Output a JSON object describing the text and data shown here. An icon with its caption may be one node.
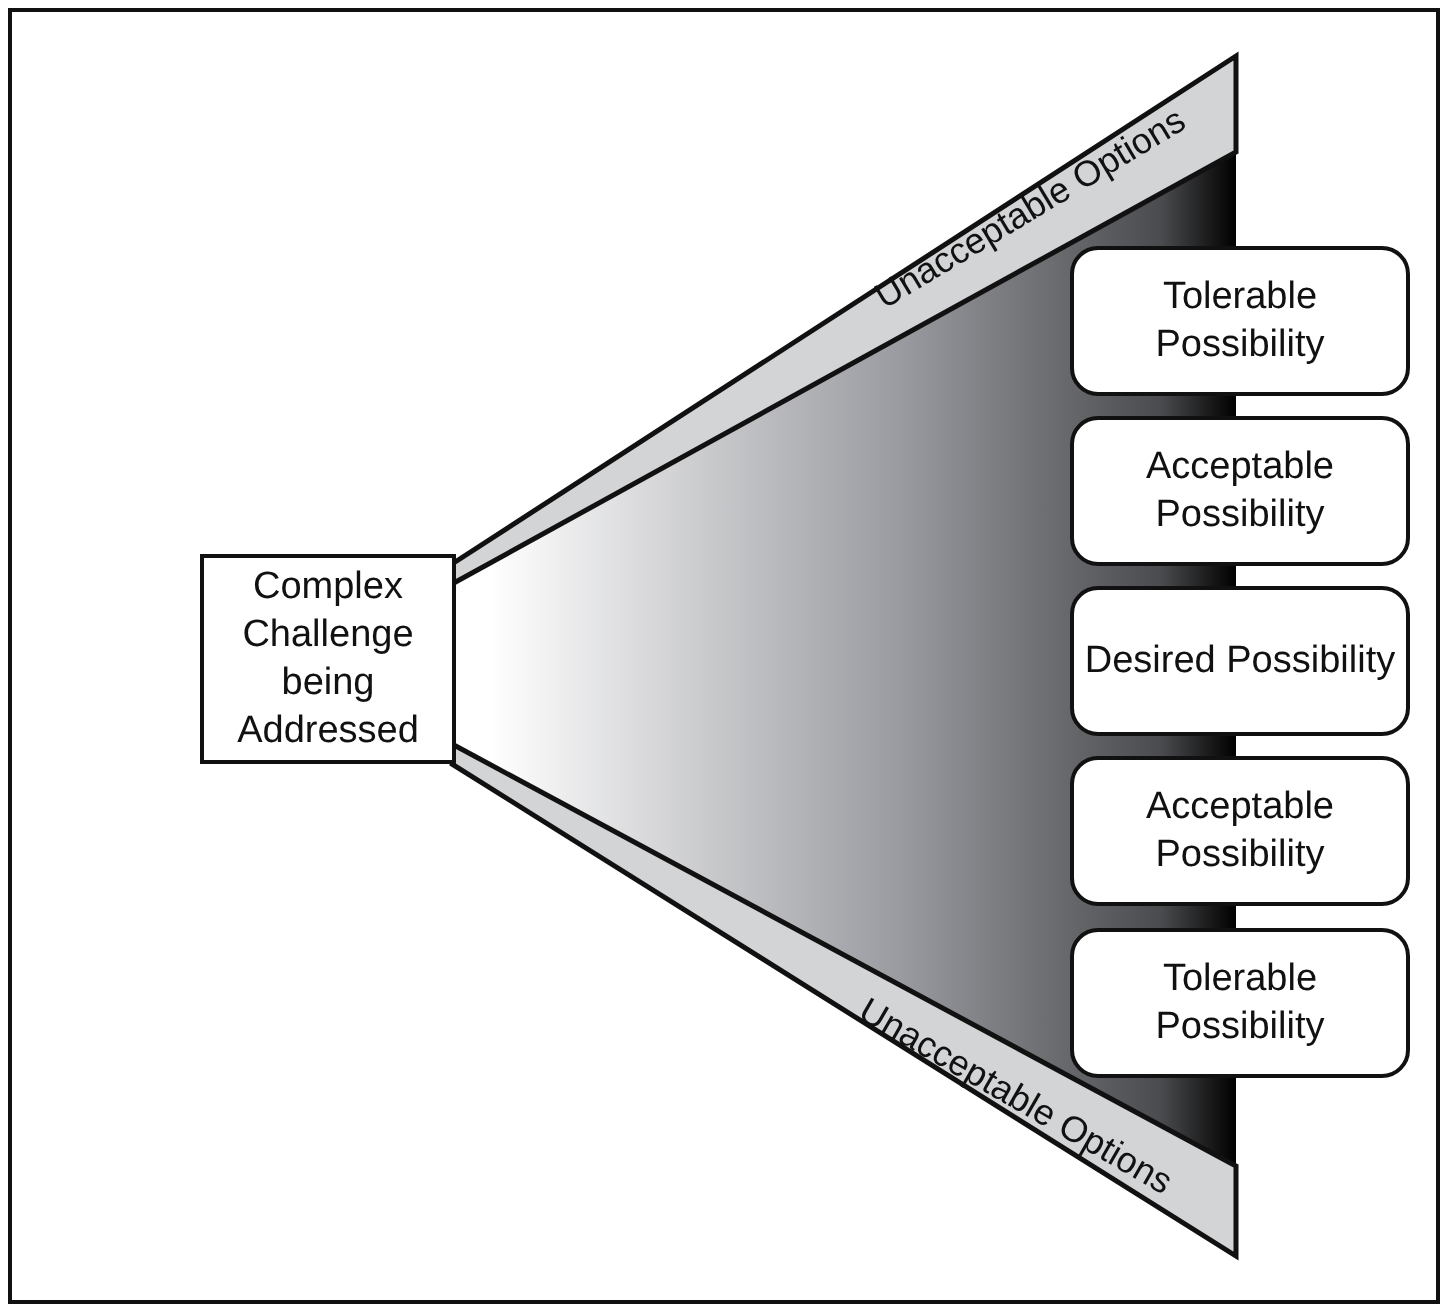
{
  "diagram": {
    "nodes": [
      {
        "text": [
          "Complex Challenge being Addressed"
        ]
      },
      {
        "text": [
          "Unacceptable Options"
        ]
      },
      {
        "text": [
          "Tolerable Possibility"
        ]
      },
      {
        "text": [
          "Acceptable Possibility"
        ]
      },
      {
        "text": [
          "Desired Possibility"
        ]
      },
      {
        "text": [
          "Acceptable Possibility"
        ]
      },
      {
        "text": [
          "Tolerable Possibility"
        ]
      },
      {
        "text": [
          "Unacceptable Options"
        ]
      }
    ]
  }
}
